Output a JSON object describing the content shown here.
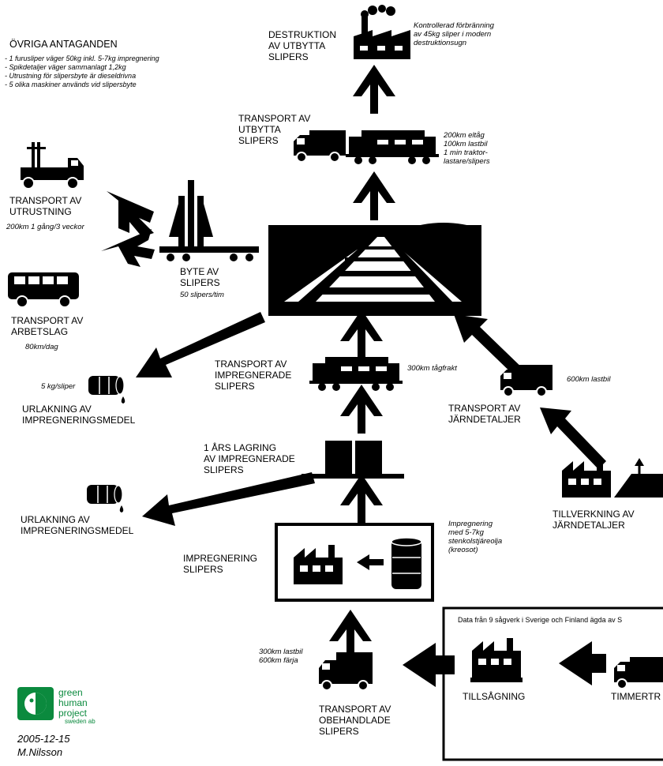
{
  "assumptions": {
    "title": "ÖVRIGA  ANTAGANDEN",
    "lines": [
      "- 1 furusliper väger 50kg inkl. 5-7kg impregnering",
      "- Spikdetaljer väger sammanlagt 1,2kg",
      "- Utrustning för slipersbyte är dieseldrivna",
      "- 5 olika maskiner används vid slipersbyte"
    ]
  },
  "nodes": {
    "destruktion": {
      "lines": [
        "DESTRUKTION",
        "AV UTBYTTA",
        "SLIPERS"
      ],
      "note": [
        "Kontrollerad förbränning",
        "av 45kg sliper i modern",
        "destruktionsugn"
      ]
    },
    "transport_utbytta": {
      "lines": [
        "TRANSPORT AV",
        "UTBYTTA",
        "SLIPERS"
      ],
      "note": [
        "200km eltåg",
        "100km lastbil",
        "1 min traktor-",
        "lastare/slipers"
      ]
    },
    "transport_utrustning": {
      "lines": [
        "TRANSPORT AV",
        "UTRUSTNING"
      ],
      "note": [
        "200km 1 gång/3 veckor"
      ]
    },
    "byte": {
      "lines": [
        "BYTE AV",
        "SLIPERS"
      ],
      "note": [
        "50 slipers/tim"
      ]
    },
    "transport_arbetslag": {
      "lines": [
        "TRANSPORT AV",
        "ARBETSLAG"
      ],
      "note": [
        "80km/dag"
      ]
    },
    "urlakning1": {
      "lines": [
        "URLAKNING AV",
        "IMPREGNERINGSMEDEL"
      ],
      "note": [
        "5 kg/sliper"
      ]
    },
    "transport_impregnerade": {
      "lines": [
        "TRANSPORT AV",
        "IMPREGNERADE",
        "SLIPERS"
      ],
      "note": [
        "300km tågfrakt"
      ]
    },
    "transport_jarndetaljer": {
      "lines": [
        "TRANSPORT AV",
        "JÄRNDETALJER"
      ],
      "note": [
        "600km lastbil"
      ]
    },
    "lagring": {
      "lines": [
        "1 ÅRS LAGRING",
        "AV IMPREGNERADE",
        "SLIPERS"
      ]
    },
    "urlakning2": {
      "lines": [
        "URLAKNING AV",
        "IMPREGNERINGSMEDEL"
      ]
    },
    "tillverkning": {
      "lines": [
        "TILLVERKNING AV",
        "JÄRNDETALJER"
      ]
    },
    "impregnering": {
      "lines": [
        "IMPREGNERING",
        "SLIPERS"
      ],
      "note": [
        "Impregnering",
        "med 5-7kg",
        "stenkolstjäreolja",
        "(kreosot)"
      ]
    },
    "transport_obehandlade": {
      "lines": [
        "TRANSPORT AV",
        "OBEHANDLADE",
        "SLIPERS"
      ],
      "note": [
        "300km lastbil",
        "600km färja"
      ]
    },
    "data_box": {
      "title": "Data från 9 sågverk i Sverige och Finland ägda av S"
    },
    "tillsagning": {
      "lines": [
        "TILLSÅGNING"
      ]
    },
    "timmer": {
      "lines": [
        "TIMMERTR"
      ]
    }
  },
  "logo": {
    "words": [
      "green",
      "human",
      "project"
    ],
    "small": "sweden ab"
  },
  "footer": {
    "date": "2005-12-15",
    "author": "M.Nilsson"
  },
  "colors": {
    "ink": "#000000",
    "logo_green": "#0b8a3e"
  }
}
